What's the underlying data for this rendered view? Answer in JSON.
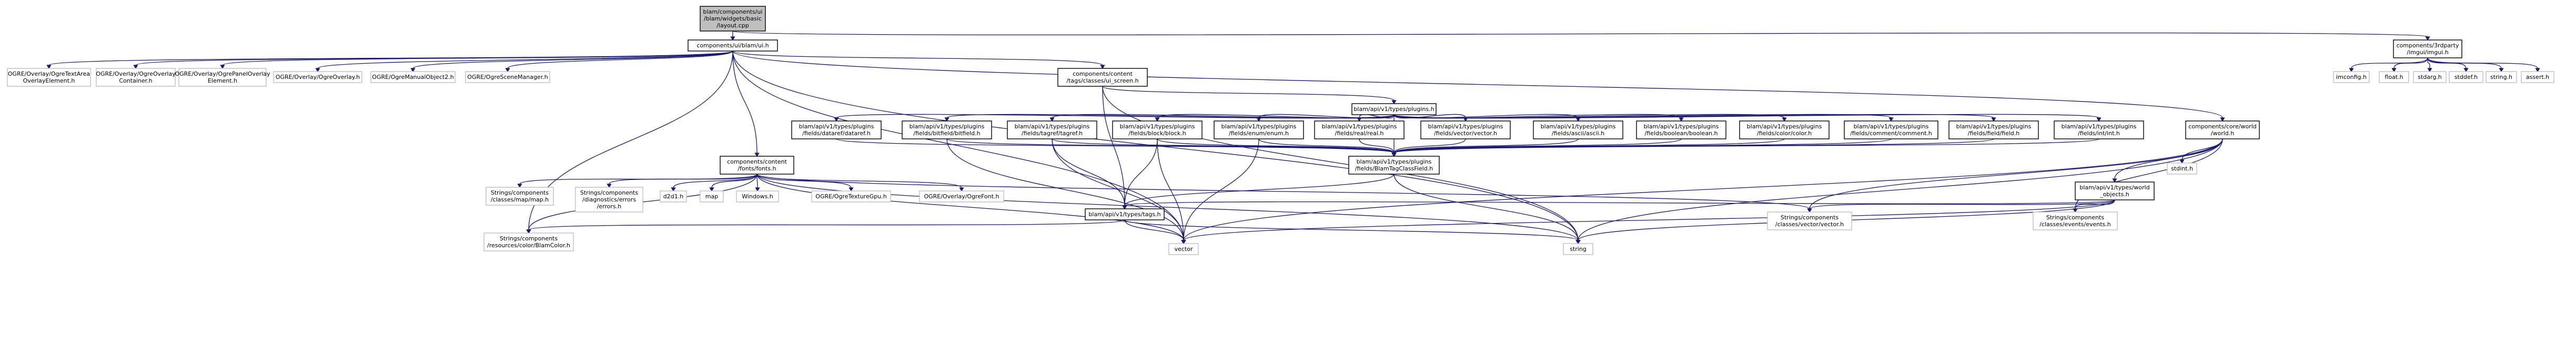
{
  "colors": {
    "edge": "#191970",
    "box_border_dark": "#000000",
    "box_border_light": "#bfbfbf",
    "root_fill": "#bfbfbf",
    "linked_fill": "#ffffff",
    "external_text": "#404040"
  },
  "nodes": [
    {
      "id": "root",
      "lines": [
        "blam/components/ui",
        "/blam/widgets/basic",
        "/layout.cpp"
      ],
      "kind": "root"
    },
    {
      "id": "ui_blam",
      "lines": [
        "components/ui/blam/ui.h"
      ],
      "kind": "linked"
    },
    {
      "id": "imgui",
      "lines": [
        "components/3rdparty",
        "/imgui/imgui.h"
      ],
      "kind": "linked"
    },
    {
      "id": "ogre_textarea",
      "lines": [
        "OGRE/Overlay/OgreTextArea",
        "OverlayElement.h"
      ],
      "kind": "external"
    },
    {
      "id": "ogre_container",
      "lines": [
        "OGRE/Overlay/OgreOverlay",
        "Container.h"
      ],
      "kind": "external"
    },
    {
      "id": "ogre_panel",
      "lines": [
        "OGRE/Overlay/OgrePanelOverlay",
        "Element.h"
      ],
      "kind": "external"
    },
    {
      "id": "ogre_overlay",
      "lines": [
        "OGRE/Overlay/OgreOverlay.h"
      ],
      "kind": "external"
    },
    {
      "id": "ogre_manual",
      "lines": [
        "OGRE/OgreManualObject2.h"
      ],
      "kind": "external"
    },
    {
      "id": "ogre_scene",
      "lines": [
        "OGRE/OgreSceneManager.h"
      ],
      "kind": "external"
    },
    {
      "id": "ui_screen",
      "lines": [
        "components/content",
        "/tags/classes/ui_screen.h"
      ],
      "kind": "linked"
    },
    {
      "id": "imconfig",
      "lines": [
        "imconfig.h"
      ],
      "kind": "external"
    },
    {
      "id": "float",
      "lines": [
        "float.h"
      ],
      "kind": "external"
    },
    {
      "id": "stdarg",
      "lines": [
        "stdarg.h"
      ],
      "kind": "external"
    },
    {
      "id": "stddef",
      "lines": [
        "stddef.h"
      ],
      "kind": "external"
    },
    {
      "id": "string_h",
      "lines": [
        "string.h"
      ],
      "kind": "external"
    },
    {
      "id": "assert",
      "lines": [
        "assert.h"
      ],
      "kind": "external"
    },
    {
      "id": "plugins",
      "lines": [
        "blam/api/v1/types/plugins.h"
      ],
      "kind": "linked"
    },
    {
      "id": "p_dataref",
      "lines": [
        "blam/api/v1/types/plugins",
        "/fields/dataref/dataref.h"
      ],
      "kind": "linked"
    },
    {
      "id": "p_bitfield",
      "lines": [
        "blam/api/v1/types/plugins",
        "/fields/bitfield/bitfield.h"
      ],
      "kind": "linked"
    },
    {
      "id": "p_tagref",
      "lines": [
        "blam/api/v1/types/plugins",
        "/fields/tagref/tagref.h"
      ],
      "kind": "linked"
    },
    {
      "id": "p_block",
      "lines": [
        "blam/api/v1/types/plugins",
        "/fields/block/block.h"
      ],
      "kind": "linked"
    },
    {
      "id": "p_enum",
      "lines": [
        "blam/api/v1/types/plugins",
        "/fields/enum/enum.h"
      ],
      "kind": "linked"
    },
    {
      "id": "p_real",
      "lines": [
        "blam/api/v1/types/plugins",
        "/fields/real/real.h"
      ],
      "kind": "linked"
    },
    {
      "id": "p_vector",
      "lines": [
        "blam/api/v1/types/plugins",
        "/fields/vector/vector.h"
      ],
      "kind": "linked"
    },
    {
      "id": "p_ascii",
      "lines": [
        "blam/api/v1/types/plugins",
        "/fields/ascii/ascii.h"
      ],
      "kind": "linked"
    },
    {
      "id": "p_boolean",
      "lines": [
        "blam/api/v1/types/plugins",
        "/fields/boolean/boolean.h"
      ],
      "kind": "linked"
    },
    {
      "id": "p_color",
      "lines": [
        "blam/api/v1/types/plugins",
        "/fields/color/color.h"
      ],
      "kind": "linked"
    },
    {
      "id": "p_comment",
      "lines": [
        "blam/api/v1/types/plugins",
        "/fields/comment/comment.h"
      ],
      "kind": "linked"
    },
    {
      "id": "p_field",
      "lines": [
        "blam/api/v1/types/plugins",
        "/fields/field/field.h"
      ],
      "kind": "linked"
    },
    {
      "id": "p_int",
      "lines": [
        "blam/api/v1/types/plugins",
        "/fields/int/int.h"
      ],
      "kind": "linked"
    },
    {
      "id": "world",
      "lines": [
        "components/core/world",
        "/world.h"
      ],
      "kind": "linked"
    },
    {
      "id": "fonts",
      "lines": [
        "components/content",
        "/fonts/fonts.h"
      ],
      "kind": "linked"
    },
    {
      "id": "tagclass",
      "lines": [
        "blam/api/v1/types/plugins",
        "/fields/BlamTagClassField.h"
      ],
      "kind": "linked"
    },
    {
      "id": "stdint",
      "lines": [
        "stdint.h"
      ],
      "kind": "external"
    },
    {
      "id": "world_objects",
      "lines": [
        "blam/api/v1/types/world",
        "_objects.h"
      ],
      "kind": "linked"
    },
    {
      "id": "s_map",
      "lines": [
        "Strings/components",
        "/classes/map/map.h"
      ],
      "kind": "external"
    },
    {
      "id": "s_errors",
      "lines": [
        "Strings/components",
        "/diagnostics/errors",
        "/errors.h"
      ],
      "kind": "external"
    },
    {
      "id": "d2d1",
      "lines": [
        "d2d1.h"
      ],
      "kind": "external"
    },
    {
      "id": "map",
      "lines": [
        "map"
      ],
      "kind": "external"
    },
    {
      "id": "windows",
      "lines": [
        "Windows.h"
      ],
      "kind": "external"
    },
    {
      "id": "ogre_tex",
      "lines": [
        "OGRE/OgreTextureGpu.h"
      ],
      "kind": "external"
    },
    {
      "id": "ogre_font",
      "lines": [
        "OGRE/Overlay/OgreFont.h"
      ],
      "kind": "external"
    },
    {
      "id": "tags",
      "lines": [
        "blam/api/v1/types/tags.h"
      ],
      "kind": "linked"
    },
    {
      "id": "s_vector",
      "lines": [
        "Strings/components",
        "/classes/vector/vector.h"
      ],
      "kind": "external"
    },
    {
      "id": "s_events",
      "lines": [
        "Strings/components",
        "/classes/events/events.h"
      ],
      "kind": "external"
    },
    {
      "id": "s_color",
      "lines": [
        "Strings/components",
        "/resources/color/BlamColor.h"
      ],
      "kind": "external"
    },
    {
      "id": "vector",
      "lines": [
        "vector"
      ],
      "kind": "external"
    },
    {
      "id": "string",
      "lines": [
        "string"
      ],
      "kind": "external"
    }
  ],
  "edges": [
    [
      "root",
      "ui_blam"
    ],
    [
      "root",
      "imgui"
    ],
    [
      "ui_blam",
      "ogre_textarea"
    ],
    [
      "ui_blam",
      "ogre_container"
    ],
    [
      "ui_blam",
      "ogre_panel"
    ],
    [
      "ui_blam",
      "ogre_overlay"
    ],
    [
      "ui_blam",
      "ogre_manual"
    ],
    [
      "ui_blam",
      "ogre_scene"
    ],
    [
      "ui_blam",
      "ui_screen"
    ],
    [
      "ui_blam",
      "world"
    ],
    [
      "ui_blam",
      "fonts"
    ],
    [
      "ui_blam",
      "s_color"
    ],
    [
      "ui_blam",
      "vector"
    ],
    [
      "ui_blam",
      "string"
    ],
    [
      "imgui",
      "imconfig"
    ],
    [
      "imgui",
      "float"
    ],
    [
      "imgui",
      "stdarg"
    ],
    [
      "imgui",
      "stddef"
    ],
    [
      "imgui",
      "string_h"
    ],
    [
      "imgui",
      "assert"
    ],
    [
      "ui_screen",
      "plugins"
    ],
    [
      "ui_screen",
      "tags"
    ],
    [
      "ui_screen",
      "string"
    ],
    [
      "plugins",
      "p_dataref"
    ],
    [
      "plugins",
      "p_bitfield"
    ],
    [
      "plugins",
      "p_tagref"
    ],
    [
      "plugins",
      "p_block"
    ],
    [
      "plugins",
      "p_enum"
    ],
    [
      "plugins",
      "p_real"
    ],
    [
      "plugins",
      "p_vector"
    ],
    [
      "plugins",
      "p_ascii"
    ],
    [
      "plugins",
      "p_boolean"
    ],
    [
      "plugins",
      "p_color"
    ],
    [
      "plugins",
      "p_comment"
    ],
    [
      "plugins",
      "p_field"
    ],
    [
      "plugins",
      "p_int"
    ],
    [
      "plugins",
      "tagclass"
    ],
    [
      "p_dataref",
      "tagclass"
    ],
    [
      "p_bitfield",
      "tagclass"
    ],
    [
      "p_bitfield",
      "vector"
    ],
    [
      "p_tagref",
      "tagclass"
    ],
    [
      "p_tagref",
      "tags"
    ],
    [
      "p_tagref",
      "vector"
    ],
    [
      "p_block",
      "tagclass"
    ],
    [
      "p_block",
      "tags"
    ],
    [
      "p_block",
      "vector"
    ],
    [
      "p_enum",
      "tagclass"
    ],
    [
      "p_enum",
      "vector"
    ],
    [
      "p_real",
      "tagclass"
    ],
    [
      "p_vector",
      "tagclass"
    ],
    [
      "p_ascii",
      "tagclass"
    ],
    [
      "p_boolean",
      "tagclass"
    ],
    [
      "p_color",
      "tagclass"
    ],
    [
      "p_comment",
      "tagclass"
    ],
    [
      "p_field",
      "tagclass"
    ],
    [
      "p_int",
      "tagclass"
    ],
    [
      "tagclass",
      "tags"
    ],
    [
      "tagclass",
      "string"
    ],
    [
      "world",
      "stdint"
    ],
    [
      "world",
      "world_objects"
    ],
    [
      "world",
      "s_vector"
    ],
    [
      "world",
      "s_events"
    ],
    [
      "world",
      "vector"
    ],
    [
      "world",
      "string"
    ],
    [
      "world_objects",
      "tags"
    ],
    [
      "world_objects",
      "s_vector"
    ],
    [
      "world_objects",
      "s_events"
    ],
    [
      "world_objects",
      "vector"
    ],
    [
      "world_objects",
      "string"
    ],
    [
      "fonts",
      "s_map"
    ],
    [
      "fonts",
      "s_errors"
    ],
    [
      "fonts",
      "d2d1"
    ],
    [
      "fonts",
      "map"
    ],
    [
      "fonts",
      "windows"
    ],
    [
      "fonts",
      "ogre_tex"
    ],
    [
      "fonts",
      "ogre_font"
    ],
    [
      "fonts",
      "s_vector"
    ],
    [
      "fonts",
      "s_color"
    ],
    [
      "fonts",
      "vector"
    ],
    [
      "fonts",
      "string"
    ],
    [
      "tags",
      "s_color"
    ],
    [
      "tags",
      "vector"
    ],
    [
      "tags",
      "string"
    ]
  ]
}
